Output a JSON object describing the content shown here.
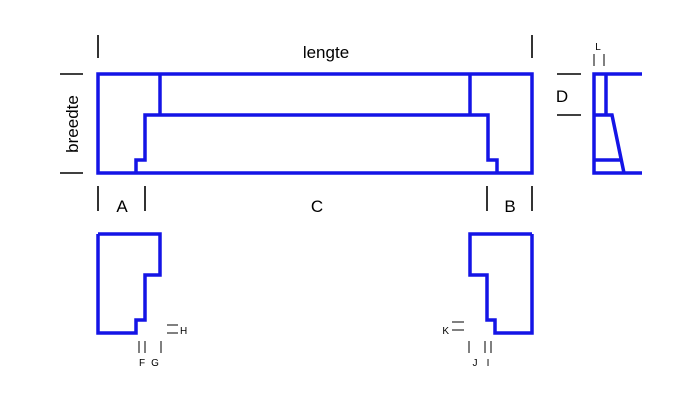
{
  "diagram": {
    "stroke_color": "#1414e6",
    "tick_color": "#000000",
    "labels": {
      "lengte": "lengte",
      "breedte": "breedte",
      "A": "A",
      "B": "B",
      "C": "C",
      "D": "D",
      "L": "L",
      "F": "F",
      "G": "G",
      "H": "H",
      "I": "I",
      "J": "J",
      "K": "K"
    }
  }
}
